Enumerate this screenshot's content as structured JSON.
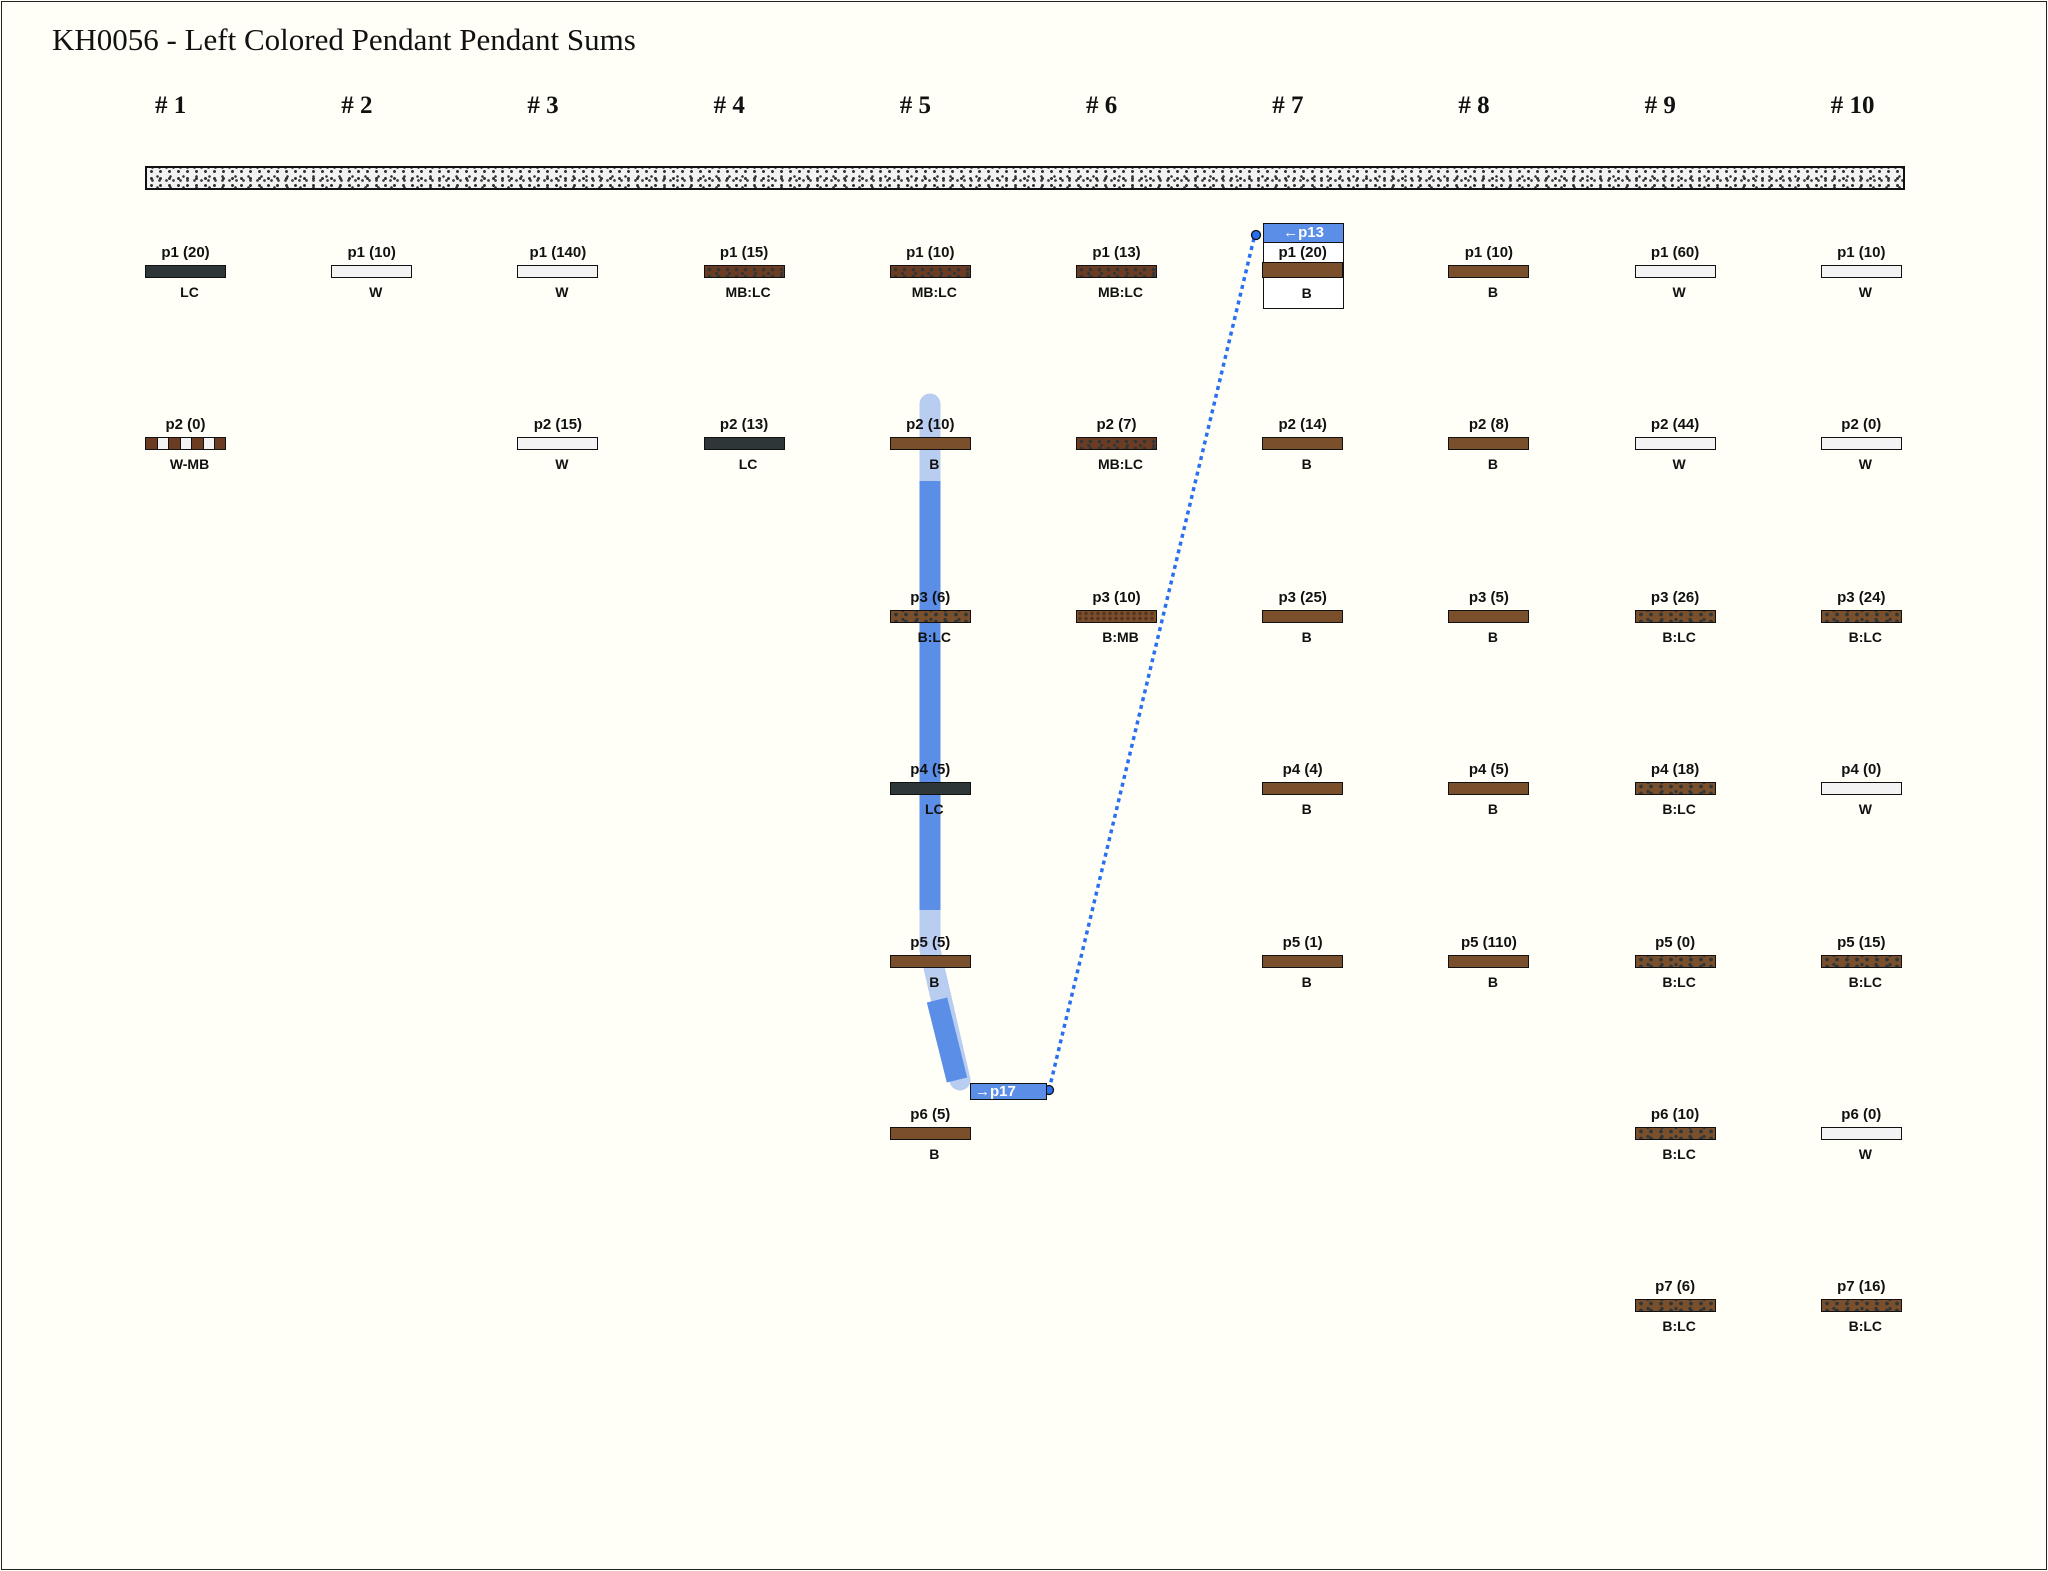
{
  "title": "KH0056 - Left Colored Pendant Pendant Sums",
  "columns": [
    "# 1",
    "# 2",
    "# 3",
    "# 4",
    "# 5",
    "# 6",
    "# 7",
    "# 8",
    "# 9",
    "# 10"
  ],
  "colors": {
    "LC": "#2f3638",
    "W": "#f3f3f3",
    "B": "#7a4f2c",
    "MB": "#6b3b22",
    "link": "#5b8ee6",
    "link_dot": "#2a6ff0"
  },
  "link": {
    "out_label": "→p17",
    "in_label": "←p13"
  },
  "cords": [
    [
      {
        "label": "p1 (20)",
        "cls": "LC"
      },
      {
        "label": "p2 (0)",
        "cls": "W-MB"
      }
    ],
    [
      {
        "label": "p1 (10)",
        "cls": "W"
      }
    ],
    [
      {
        "label": "p1 (140)",
        "cls": "W"
      },
      {
        "label": "p2 (15)",
        "cls": "W"
      }
    ],
    [
      {
        "label": "p1 (15)",
        "cls": "MB:LC"
      },
      {
        "label": "p2 (13)",
        "cls": "LC"
      }
    ],
    [
      {
        "label": "p1 (10)",
        "cls": "MB:LC"
      },
      {
        "label": "p2 (10)",
        "cls": "B"
      },
      {
        "label": "p3 (6)",
        "cls": "B:LC"
      },
      {
        "label": "p4 (5)",
        "cls": "LC"
      },
      {
        "label": "p5 (5)",
        "cls": "B"
      },
      {
        "label": "p6 (5)",
        "cls": "B"
      }
    ],
    [
      {
        "label": "p1 (13)",
        "cls": "MB:LC"
      },
      {
        "label": "p2 (7)",
        "cls": "MB:LC"
      },
      {
        "label": "p3 (10)",
        "cls": "B:MB"
      }
    ],
    [
      {
        "label": "p1 (20)",
        "cls": "B"
      },
      {
        "label": "p2 (14)",
        "cls": "B"
      },
      {
        "label": "p3 (25)",
        "cls": "B"
      },
      {
        "label": "p4 (4)",
        "cls": "B"
      },
      {
        "label": "p5 (1)",
        "cls": "B"
      }
    ],
    [
      {
        "label": "p1 (10)",
        "cls": "B"
      },
      {
        "label": "p2 (8)",
        "cls": "B"
      },
      {
        "label": "p3 (5)",
        "cls": "B"
      },
      {
        "label": "p4 (5)",
        "cls": "B"
      },
      {
        "label": "p5 (110)",
        "cls": "B"
      }
    ],
    [
      {
        "label": "p1 (60)",
        "cls": "W"
      },
      {
        "label": "p2 (44)",
        "cls": "W"
      },
      {
        "label": "p3 (26)",
        "cls": "B:LC"
      },
      {
        "label": "p4 (18)",
        "cls": "B:LC"
      },
      {
        "label": "p5 (0)",
        "cls": "B:LC"
      },
      {
        "label": "p6 (10)",
        "cls": "B:LC"
      },
      {
        "label": "p7 (6)",
        "cls": "B:LC"
      }
    ],
    [
      {
        "label": "p1 (10)",
        "cls": "W"
      },
      {
        "label": "p2 (0)",
        "cls": "W"
      },
      {
        "label": "p3 (24)",
        "cls": "B:LC"
      },
      {
        "label": "p4 (0)",
        "cls": "W"
      },
      {
        "label": "p5 (15)",
        "cls": "B:LC"
      },
      {
        "label": "p6 (0)",
        "cls": "W"
      },
      {
        "label": "p7 (16)",
        "cls": "B:LC"
      }
    ]
  ]
}
